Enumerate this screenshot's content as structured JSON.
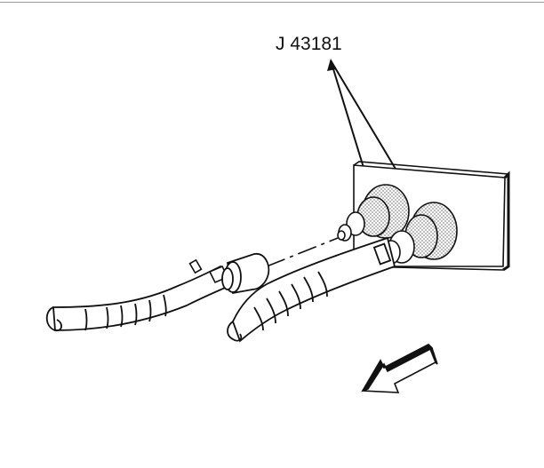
{
  "figure": {
    "type": "service-manual-illustration",
    "callout": {
      "label": "J 43181",
      "leader_count": 2
    },
    "components": [
      {
        "name": "mounting-panel"
      },
      {
        "name": "tool-cap-left",
        "fill": "stippled"
      },
      {
        "name": "tool-cap-right",
        "fill": "stippled"
      },
      {
        "name": "hose-left",
        "state": "disconnected"
      },
      {
        "name": "hose-right",
        "state": "connected"
      },
      {
        "name": "hose-clamp"
      },
      {
        "name": "direction-arrow",
        "direction": "down-left"
      }
    ],
    "colors": {
      "line": "#111111",
      "background": "#ffffff",
      "top_rule": "#9a9a9a",
      "stipple": "#8c8c8c"
    }
  }
}
